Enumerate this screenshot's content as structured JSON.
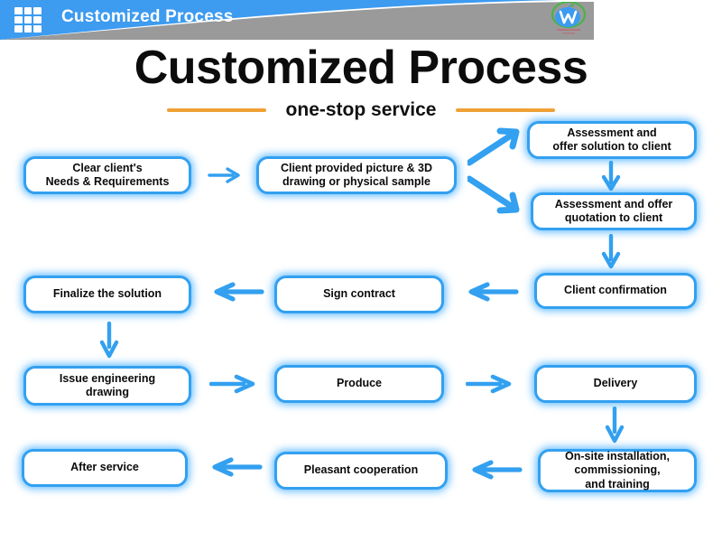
{
  "header": {
    "title": "Customized Process",
    "grid_icon": "grid-apps-icon",
    "logo_icon": "company-logo-icon",
    "band_color": "#3d9bf0",
    "gray_color": "#9a9a9a"
  },
  "title_block": {
    "title": "Customized Process",
    "subtitle": "one-stop service",
    "rule_color": "#f0a135"
  },
  "flow": {
    "accent_color": "#33a0f0",
    "nodes": [
      {
        "id": "clear-client-needs",
        "label": "Clear client's\nNeeds & Requirements"
      },
      {
        "id": "client-provided-files",
        "label": "Client provided picture & 3D\ndrawing or physical sample"
      },
      {
        "id": "assessment-solution",
        "label": "Assessment and\noffer solution to client"
      },
      {
        "id": "assessment-quotation",
        "label": "Assessment and offer\nquotation to client"
      },
      {
        "id": "client-confirmation",
        "label": "Client confirmation"
      },
      {
        "id": "sign-contract",
        "label": "Sign contract"
      },
      {
        "id": "finalize-solution",
        "label": "Finalize the solution"
      },
      {
        "id": "issue-engineering-drawing",
        "label": "Issue engineering\ndrawing"
      },
      {
        "id": "produce",
        "label": "Produce"
      },
      {
        "id": "delivery",
        "label": "Delivery"
      },
      {
        "id": "onsite-installation",
        "label": "On-site installation,\ncommissioning,\nand training"
      },
      {
        "id": "pleasant-cooperation",
        "label": "Pleasant cooperation"
      },
      {
        "id": "after-service",
        "label": "After service"
      }
    ],
    "arrows": [
      {
        "id": "arrow-needs-to-files",
        "direction": "right"
      },
      {
        "id": "arrow-files-to-solution",
        "direction": "up-right"
      },
      {
        "id": "arrow-files-to-quotation",
        "direction": "down-right"
      },
      {
        "id": "arrow-solution-to-quotation",
        "direction": "down"
      },
      {
        "id": "arrow-quotation-to-confirmation",
        "direction": "down"
      },
      {
        "id": "arrow-confirmation-to-contract",
        "direction": "left"
      },
      {
        "id": "arrow-contract-to-finalize",
        "direction": "left"
      },
      {
        "id": "arrow-finalize-to-drawing",
        "direction": "down"
      },
      {
        "id": "arrow-drawing-to-produce",
        "direction": "right"
      },
      {
        "id": "arrow-produce-to-delivery",
        "direction": "right"
      },
      {
        "id": "arrow-delivery-to-onsite",
        "direction": "down"
      },
      {
        "id": "arrow-onsite-to-cooperation",
        "direction": "left"
      },
      {
        "id": "arrow-cooperation-to-after",
        "direction": "left"
      }
    ]
  }
}
